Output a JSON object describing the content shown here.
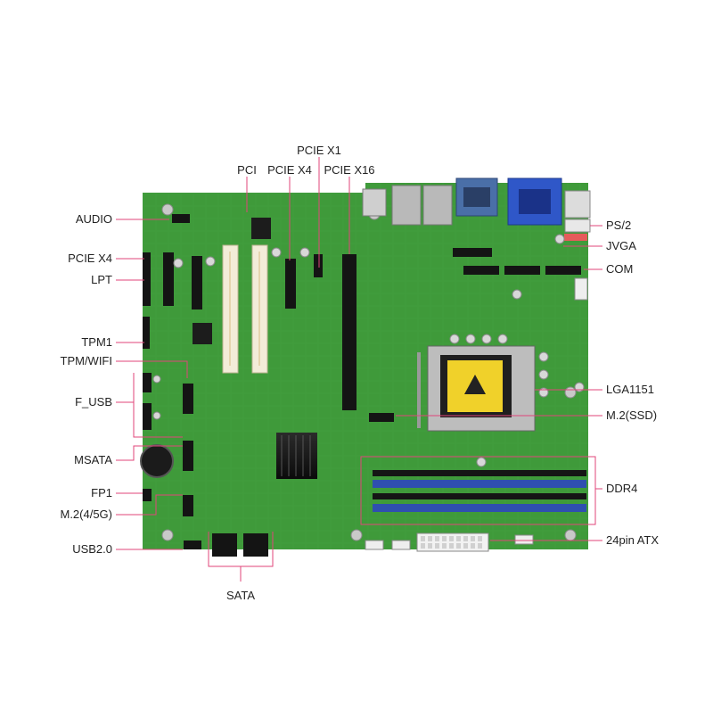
{
  "labels": {
    "top": {
      "pcie_x1": "PCIE X1",
      "pci": "PCI",
      "pcie_x4": "PCIE X4",
      "pcie_x16": "PCIE X16"
    },
    "left": {
      "audio": "AUDIO",
      "pcie_x4": "PCIE X4",
      "lpt": "LPT",
      "tpm1": "TPM1",
      "tpm_wifi": "TPM/WIFI",
      "f_usb": "F_USB",
      "msata": "MSATA",
      "fp1": "FP1",
      "m2_4_5g": "M.2(4/5G)",
      "usb20": "USB2.0"
    },
    "right": {
      "ps2": "PS/2",
      "jvga": "JVGA",
      "com": "COM",
      "lga1151": "LGA1151",
      "m2_ssd": "M.2(SSD)",
      "ddr4": "DDR4",
      "atx24": "24pin ATX"
    },
    "bottom": {
      "sata": "SATA"
    }
  },
  "colors": {
    "pcb": "#3f9a3a",
    "pcb_dark": "#2f7f2c",
    "leader": "#e0457a",
    "dimm_blue": "#2f4fb0",
    "dimm_black": "#151515",
    "pci_white": "#f3ecd8",
    "vga_blue": "#2f57c8",
    "com_blue": "#4a6fa8"
  }
}
